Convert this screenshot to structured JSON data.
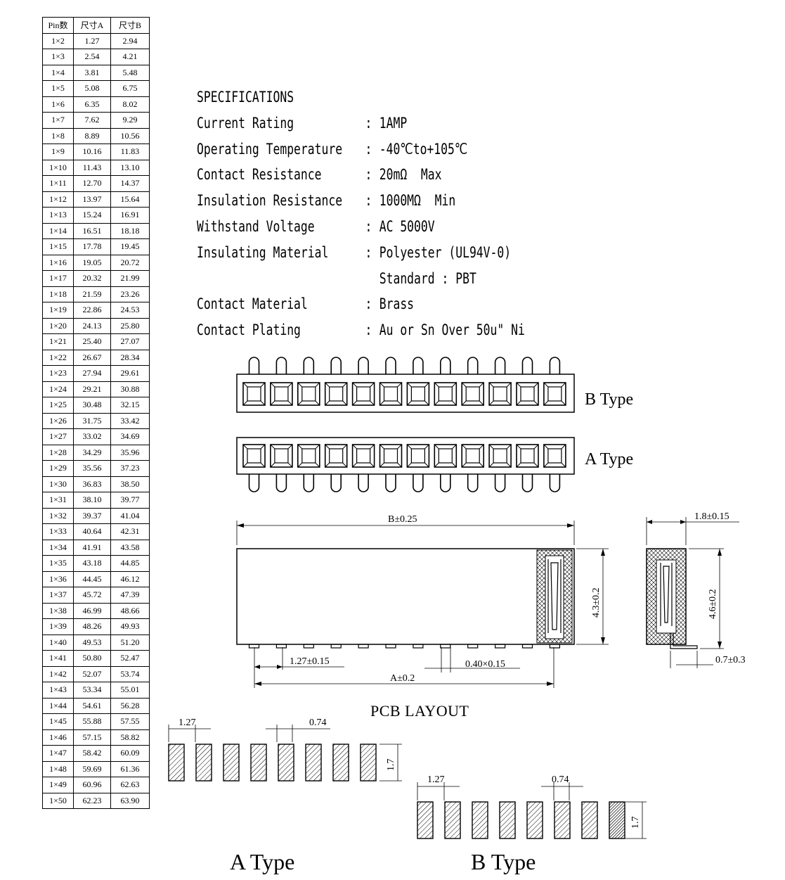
{
  "table": {
    "headers": [
      "Pin数",
      "尺寸A",
      "尺寸B"
    ],
    "rows": [
      [
        "1×2",
        "1.27",
        "2.94"
      ],
      [
        "1×3",
        "2.54",
        "4.21"
      ],
      [
        "1×4",
        "3.81",
        "5.48"
      ],
      [
        "1×5",
        "5.08",
        "6.75"
      ],
      [
        "1×6",
        "6.35",
        "8.02"
      ],
      [
        "1×7",
        "7.62",
        "9.29"
      ],
      [
        "1×8",
        "8.89",
        "10.56"
      ],
      [
        "1×9",
        "10.16",
        "11.83"
      ],
      [
        "1×10",
        "11.43",
        "13.10"
      ],
      [
        "1×11",
        "12.70",
        "14.37"
      ],
      [
        "1×12",
        "13.97",
        "15.64"
      ],
      [
        "1×13",
        "15.24",
        "16.91"
      ],
      [
        "1×14",
        "16.51",
        "18.18"
      ],
      [
        "1×15",
        "17.78",
        "19.45"
      ],
      [
        "1×16",
        "19.05",
        "20.72"
      ],
      [
        "1×17",
        "20.32",
        "21.99"
      ],
      [
        "1×18",
        "21.59",
        "23.26"
      ],
      [
        "1×19",
        "22.86",
        "24.53"
      ],
      [
        "1×20",
        "24.13",
        "25.80"
      ],
      [
        "1×21",
        "25.40",
        "27.07"
      ],
      [
        "1×22",
        "26.67",
        "28.34"
      ],
      [
        "1×23",
        "27.94",
        "29.61"
      ],
      [
        "1×24",
        "29.21",
        "30.88"
      ],
      [
        "1×25",
        "30.48",
        "32.15"
      ],
      [
        "1×26",
        "31.75",
        "33.42"
      ],
      [
        "1×27",
        "33.02",
        "34.69"
      ],
      [
        "1×28",
        "34.29",
        "35.96"
      ],
      [
        "1×29",
        "35.56",
        "37.23"
      ],
      [
        "1×30",
        "36.83",
        "38.50"
      ],
      [
        "1×31",
        "38.10",
        "39.77"
      ],
      [
        "1×32",
        "39.37",
        "41.04"
      ],
      [
        "1×33",
        "40.64",
        "42.31"
      ],
      [
        "1×34",
        "41.91",
        "43.58"
      ],
      [
        "1×35",
        "43.18",
        "44.85"
      ],
      [
        "1×36",
        "44.45",
        "46.12"
      ],
      [
        "1×37",
        "45.72",
        "47.39"
      ],
      [
        "1×38",
        "46.99",
        "48.66"
      ],
      [
        "1×39",
        "48.26",
        "49.93"
      ],
      [
        "1×40",
        "49.53",
        "51.20"
      ],
      [
        "1×41",
        "50.80",
        "52.47"
      ],
      [
        "1×42",
        "52.07",
        "53.74"
      ],
      [
        "1×43",
        "53.34",
        "55.01"
      ],
      [
        "1×44",
        "54.61",
        "56.28"
      ],
      [
        "1×45",
        "55.88",
        "57.55"
      ],
      [
        "1×46",
        "57.15",
        "58.82"
      ],
      [
        "1×47",
        "58.42",
        "60.09"
      ],
      [
        "1×48",
        "59.69",
        "61.36"
      ],
      [
        "1×49",
        "60.96",
        "62.63"
      ],
      [
        "1×50",
        "62.23",
        "63.90"
      ]
    ]
  },
  "specs": {
    "title": "SPECIFICATIONS",
    "separator": ":",
    "items": [
      {
        "label": "Current Rating",
        "value": "1AMP"
      },
      {
        "label": "Operating Temperature",
        "value": "-40℃to+105℃"
      },
      {
        "label": "Contact Resistance",
        "value": "20mΩ  Max"
      },
      {
        "label": "Insulation Resistance",
        "value": "1000MΩ  Min"
      },
      {
        "label": "Withstand Voltage",
        "value": "AC 5000V"
      },
      {
        "label": "Insulating Material",
        "value": "Polyester (UL94V-0)"
      },
      {
        "label": "",
        "value": "Standard : PBT"
      },
      {
        "label": "Contact Material",
        "value": "Brass"
      },
      {
        "label": "Contact Plating",
        "value": "Au or Sn Over 50u\" Ni"
      }
    ]
  },
  "types": {
    "b_type": "B  Type",
    "a_type": "A  Type"
  },
  "dimensions": {
    "b_length": "B±0.25",
    "height_a": "4.3±0.2",
    "pitch": "1.27±0.15",
    "pin_size": "0.40×0.15",
    "a_length": "A±0.2",
    "side_width": "1.8±0.15",
    "height_b": "4.6±0.2",
    "pin_offset": "0.7±0.3"
  },
  "pcb": {
    "title": "PCB LAYOUT",
    "pitch": "1.27",
    "pad_width": "0.74",
    "pad_height": "1.7",
    "a_label": "A  Type",
    "b_label": "B  Type"
  }
}
